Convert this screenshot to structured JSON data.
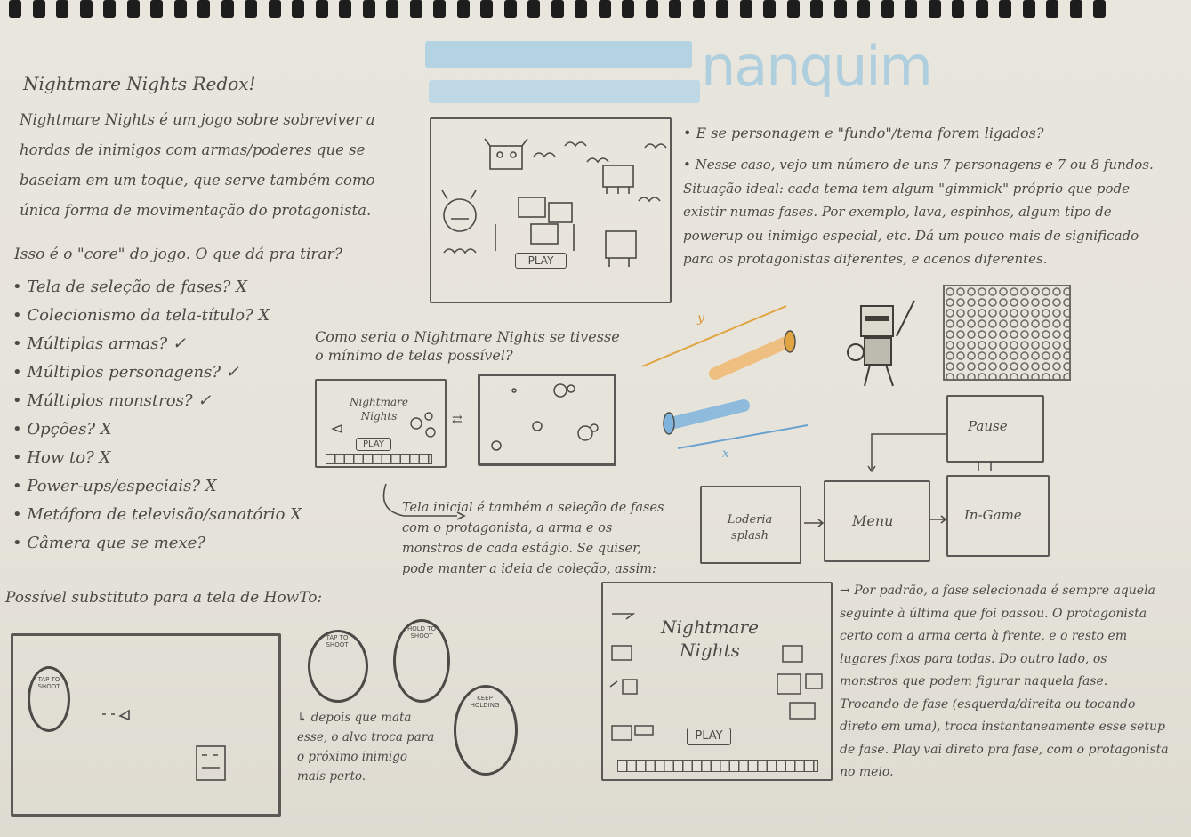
{
  "notes_left": {
    "title": "Nightmare Nights Redox!",
    "intro": "Nightmare Nights é um jogo sobre sobreviver a hordas de inimigos com armas/poderes que se baseiam em um toque, que serve também como única forma de movimentação do protagonista.",
    "question": "Isso é o \"core\" do jogo. O que dá pra tirar?",
    "bullets": [
      "• Tela de seleção de fases? X",
      "• Colecionismo da tela-título? X",
      "• Múltiplas armas? ✓",
      "• Múltiplos personagens? ✓",
      "• Múltiplos monstros? ✓",
      "• Opções? X",
      "• How to? X",
      "• Power-ups/especiais? X",
      "• Metáfora de televisão/sanatório X",
      "• Câmera que se mexe?"
    ],
    "substitute": "Possível substituto para a tela de HowTo:"
  },
  "header_word": "nanquim",
  "top_right_notes": {
    "line1": "• E se personagem e \"fundo\"/tema forem ligados?",
    "line2": "• Nesse caso, vejo um número de uns 7 personagens e 7 ou 8 fundos. Situação ideal: cada tema tem algum \"gimmick\" próprio que pode existir numas fases. Por exemplo, lava, espinhos, algum tipo de powerup ou inimigo especial, etc. Dá um pouco mais de significado para os protagonistas diferentes, e acenos diferentes."
  },
  "top_sketch": {
    "play": "PLAY"
  },
  "middle": {
    "question": "Como seria o Nightmare Nights se tivesse o mínimo de telas possível?",
    "title_screen": "Nightmare Nights",
    "play": "PLAY",
    "note": "Tela inicial é também a seleção de fases com o protagonista, a arma e os monstros de cada estágio. Se quiser, pode manter a ideia de coleção, assim:"
  },
  "axis_marks": {
    "y": "y",
    "x": "x"
  },
  "flow": {
    "splash": "Loderia splash",
    "menu": "Menu",
    "ingame": "In-Game",
    "pause": "Pause"
  },
  "bottom_left": {
    "tap_small": "TAP TO SHOOT",
    "tap": "TAP TO SHOOT",
    "hold": "HOLD TO SHOOT",
    "keep": "KEEP HOLDING",
    "note": "↳ depois que mata esse, o alvo troca para o próximo inimigo mais perto."
  },
  "bottom_center": {
    "title": "Nightmare Nights",
    "play": "PLAY"
  },
  "bottom_right_note": "→ Por padrão, a fase selecionada é sempre aquela seguinte à última que foi passou. O protagonista certo com a arma certa à frente, e o resto em lugares fixos para todas. Do outro lado, os monstros que podem figurar naquela fase. Trocando de fase (esquerda/direita ou tocando direto em uma), troca instantaneamente esse setup de fase. Play vai direto pra fase, com o protagonista no meio."
}
